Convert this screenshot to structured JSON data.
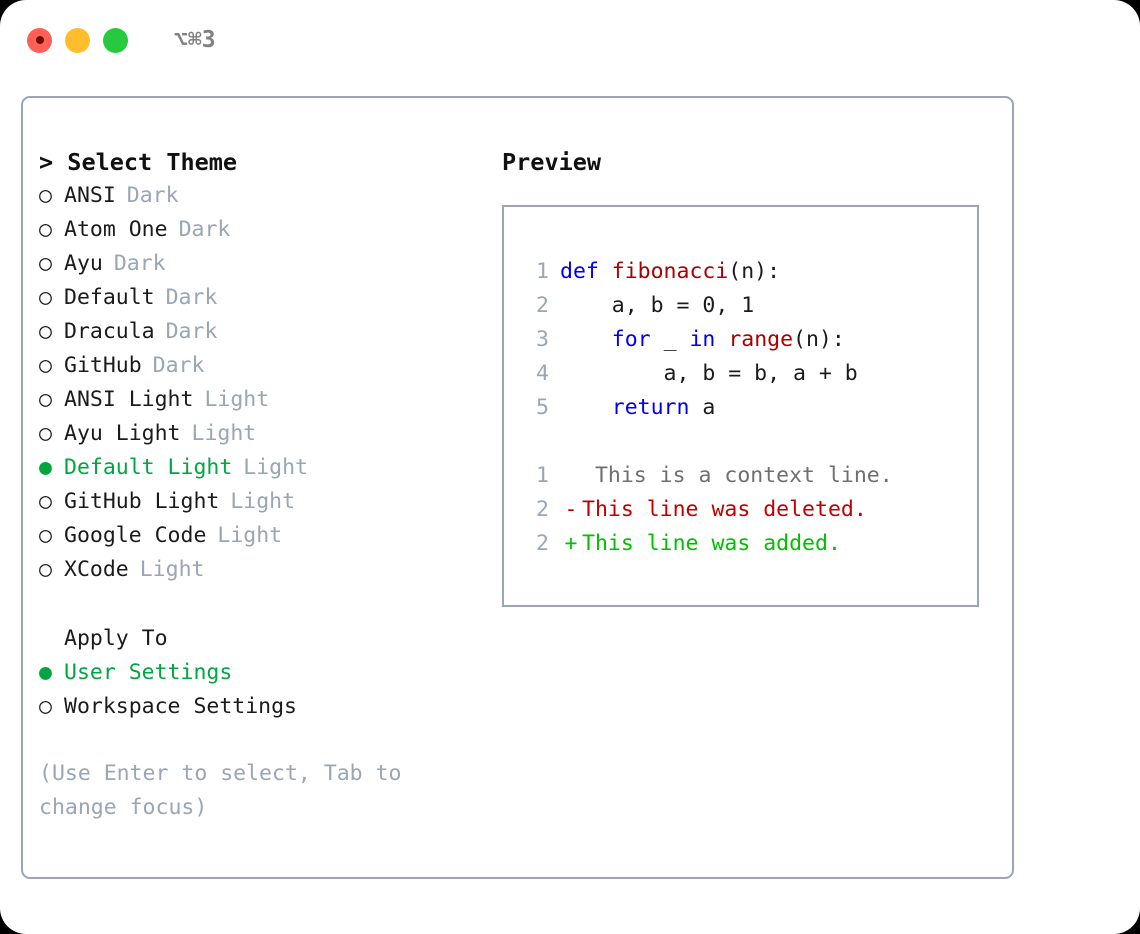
{
  "titlebar": {
    "shortcut": "⌥⌘3",
    "buttons": [
      {
        "name": "close",
        "color": "#ff5f56"
      },
      {
        "name": "minimize",
        "color": "#ffbd2e"
      },
      {
        "name": "maximize",
        "color": "#27c93f"
      }
    ]
  },
  "theme_picker": {
    "title": "> Select Theme",
    "marker_selected": "●",
    "marker_unselected": "○",
    "accent_color": "#00a63e",
    "muted_color": "#9aa5b5",
    "items": [
      {
        "marker": "○",
        "name": "ANSI",
        "category": "Dark",
        "selected": false
      },
      {
        "marker": "○",
        "name": "Atom One",
        "category": "Dark",
        "selected": false
      },
      {
        "marker": "○",
        "name": "Ayu",
        "category": "Dark",
        "selected": false
      },
      {
        "marker": "○",
        "name": "Default",
        "category": "Dark",
        "selected": false
      },
      {
        "marker": "○",
        "name": "Dracula",
        "category": "Dark",
        "selected": false
      },
      {
        "marker": "○",
        "name": "GitHub",
        "category": "Dark",
        "selected": false
      },
      {
        "marker": "○",
        "name": "ANSI Light",
        "category": "Light",
        "selected": false
      },
      {
        "marker": "○",
        "name": "Ayu Light",
        "category": "Light",
        "selected": false
      },
      {
        "marker": "●",
        "name": "Default Light",
        "category": "Light",
        "selected": true
      },
      {
        "marker": "○",
        "name": "GitHub Light",
        "category": "Light",
        "selected": false
      },
      {
        "marker": "○",
        "name": "Google Code",
        "category": "Light",
        "selected": false
      },
      {
        "marker": "○",
        "name": "XCode",
        "category": "Light",
        "selected": false
      }
    ]
  },
  "apply_to": {
    "title": "Apply To",
    "items": [
      {
        "marker": "●",
        "label": "User Settings",
        "selected": true
      },
      {
        "marker": "○",
        "label": "Workspace Settings",
        "selected": false
      }
    ]
  },
  "hint": "(Use Enter to select, Tab to change focus)",
  "preview": {
    "title": "Preview",
    "code_lines": [
      {
        "lineno": "1",
        "tokens": [
          {
            "text": "def ",
            "type": "keyword"
          },
          {
            "text": "fibonacci",
            "type": "function"
          },
          {
            "text": "(n):",
            "type": "plain"
          }
        ]
      },
      {
        "lineno": "2",
        "tokens": [
          {
            "text": "    a, b = 0, 1",
            "type": "plain"
          }
        ]
      },
      {
        "lineno": "3",
        "tokens": [
          {
            "text": "    ",
            "type": "plain"
          },
          {
            "text": "for",
            "type": "keyword"
          },
          {
            "text": " _ ",
            "type": "plain"
          },
          {
            "text": "in",
            "type": "keyword"
          },
          {
            "text": " ",
            "type": "plain"
          },
          {
            "text": "range",
            "type": "function"
          },
          {
            "text": "(n):",
            "type": "plain"
          }
        ]
      },
      {
        "lineno": "4",
        "tokens": [
          {
            "text": "        a, b = b, a + b",
            "type": "plain"
          }
        ]
      },
      {
        "lineno": "5",
        "tokens": [
          {
            "text": "    ",
            "type": "plain"
          },
          {
            "text": "return",
            "type": "keyword"
          },
          {
            "text": " a",
            "type": "plain"
          }
        ]
      }
    ],
    "diff_lines": [
      {
        "lineno": "1",
        "sign": " ",
        "text": " This is a context line.",
        "kind": "context"
      },
      {
        "lineno": "2",
        "sign": "-",
        "text": "This line was deleted.",
        "kind": "deleted"
      },
      {
        "lineno": "2",
        "sign": "+",
        "text": "This line was added.",
        "kind": "added"
      }
    ]
  }
}
